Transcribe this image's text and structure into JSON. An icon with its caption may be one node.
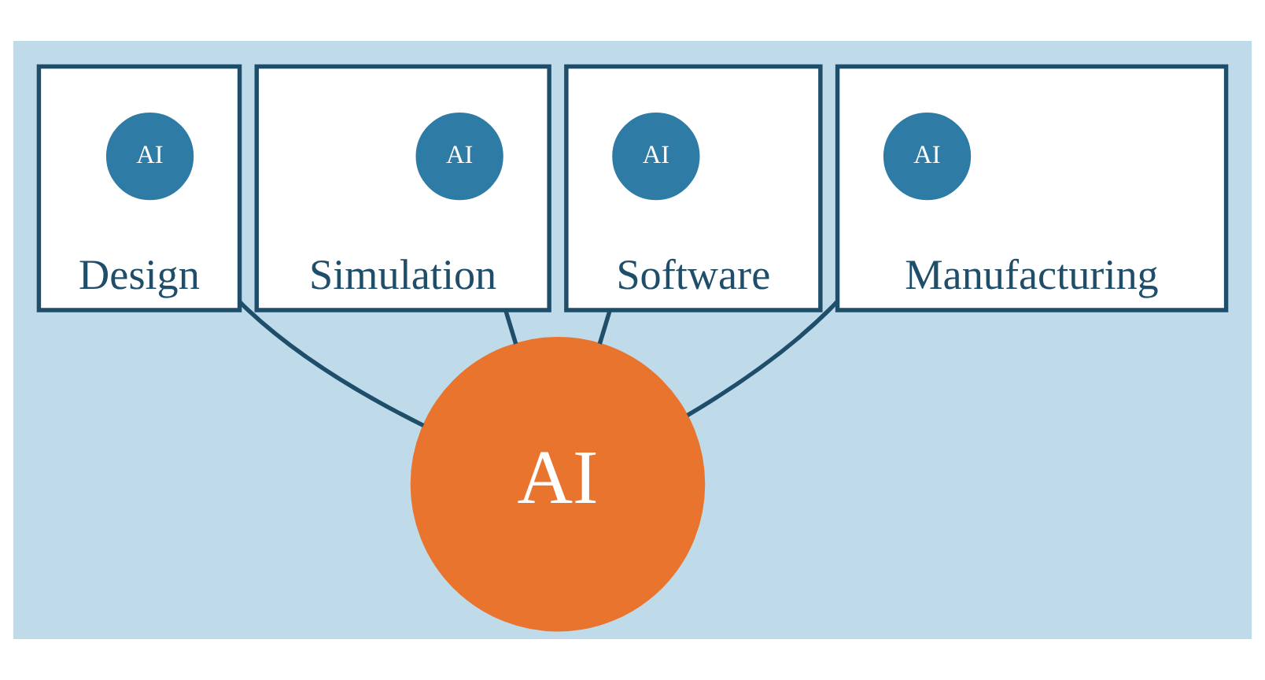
{
  "diagram": {
    "nodes": [
      {
        "text": [
          "Design"
        ]
      },
      {
        "text": [
          "AI"
        ],
        "in": 0
      },
      {
        "text": [
          "Simulation"
        ]
      },
      {
        "text": [
          "AI"
        ],
        "in": 2
      },
      {
        "text": [
          "Software"
        ]
      },
      {
        "text": [
          "AI"
        ],
        "in": 4
      },
      {
        "text": [
          "Manufacturing"
        ]
      },
      {
        "text": [
          "AI"
        ],
        "in": 6
      },
      {
        "text": [
          "AI"
        ]
      }
    ],
    "edges": [
      {
        "from": 0,
        "to": 8,
        "arrow": "none"
      },
      {
        "from": 2,
        "to": 8,
        "arrow": "none"
      },
      {
        "from": 4,
        "to": 8,
        "arrow": "none"
      },
      {
        "from": 6,
        "to": 8,
        "arrow": "none"
      }
    ]
  }
}
